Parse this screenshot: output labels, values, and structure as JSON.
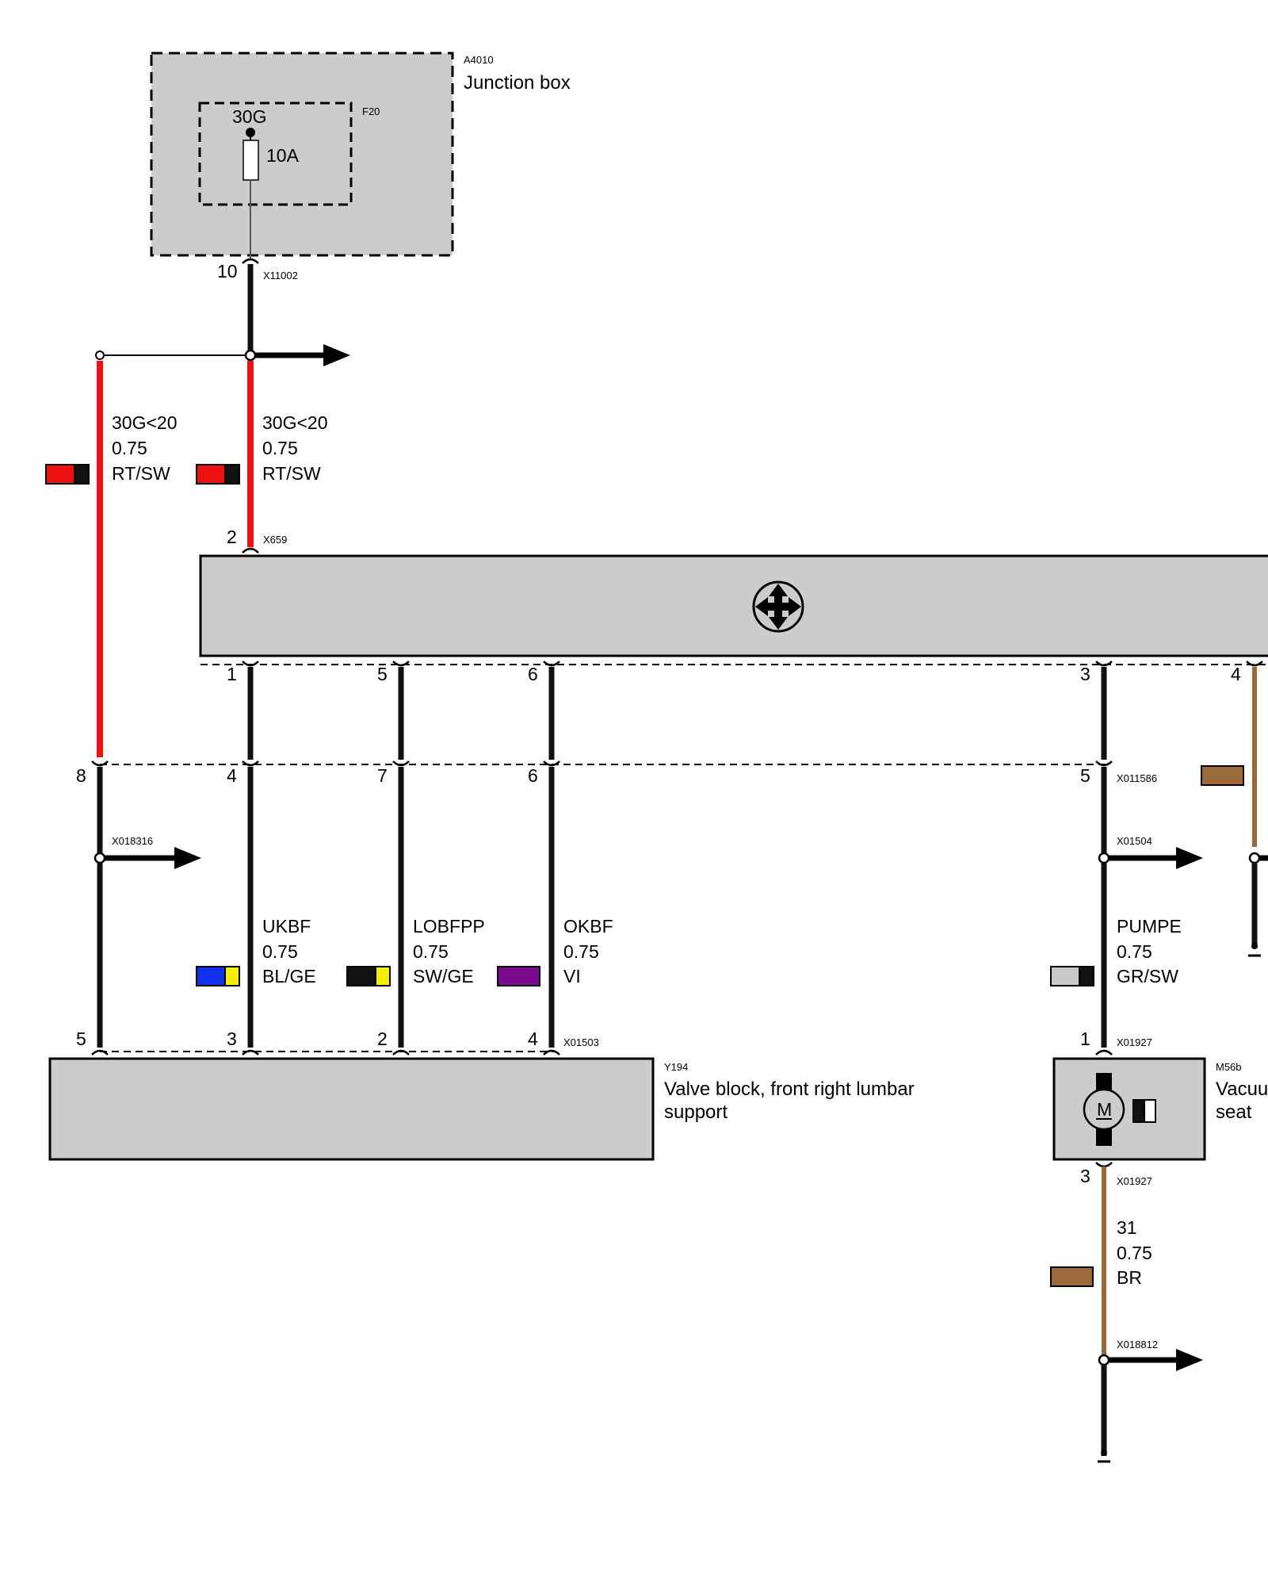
{
  "components": {
    "junction_box": {
      "id": "A4010",
      "name": "Junction box"
    },
    "fuse": {
      "id": "F20",
      "terminal": "30G",
      "rating": "10A"
    },
    "valve_block": {
      "id": "Y194",
      "name_line1": "Valve block, front right lumbar",
      "name_line2": "support"
    },
    "pump": {
      "id": "M56b",
      "name_line1": "Vacuu",
      "name_line2": "seat"
    }
  },
  "connectors": {
    "x11002": "X11002",
    "x659": "X659",
    "x018316": "X018316",
    "x011586": "X011586",
    "x01504": "X01504",
    "x01503": "X01503",
    "x01927_top": "X01927",
    "x01927_bottom": "X01927",
    "x018812": "X018812"
  },
  "pins": {
    "jb_out": "10",
    "ctrl_in": "2",
    "ctrl_1": "1",
    "ctrl_5": "5",
    "ctrl_6": "6",
    "ctrl_3": "3",
    "ctrl_4": "4",
    "sep_8": "8",
    "sep_4": "4",
    "sep_7": "7",
    "sep_6": "6",
    "sep_5": "5",
    "vb_5": "5",
    "vb_3": "3",
    "vb_2": "2",
    "vb_4": "4",
    "pump_1": "1",
    "pump_3": "3"
  },
  "wires": {
    "left_feed": {
      "signal": "30G<20",
      "gauge": "0.75",
      "color_code": "RT/SW",
      "colors": [
        "#ee1111",
        "#111111"
      ]
    },
    "main_feed": {
      "signal": "30G<20",
      "gauge": "0.75",
      "color_code": "RT/SW",
      "colors": [
        "#ee1111",
        "#111111"
      ]
    },
    "ukbf": {
      "signal": "UKBF",
      "gauge": "0.75",
      "color_code": "BL/GE",
      "colors": [
        "#1030ee",
        "#f5f000"
      ]
    },
    "lobfpp": {
      "signal": "LOBFPP",
      "gauge": "0.75",
      "color_code": "SW/GE",
      "colors": [
        "#111111",
        "#f5f000"
      ]
    },
    "okbf": {
      "signal": "OKBF",
      "gauge": "0.75",
      "color_code": "VI",
      "colors": [
        "#7a0a8c"
      ]
    },
    "pumpe": {
      "signal": "PUMPE",
      "gauge": "0.75",
      "color_code": "GR/SW",
      "colors": [
        "#c8c8c8",
        "#111111"
      ]
    },
    "ground": {
      "signal": "31",
      "gauge": "0.75",
      "color_code": "BR",
      "colors": [
        "#9a6a3a"
      ]
    }
  },
  "colors": {
    "component_fill": "#cccccc",
    "red_wire": "#ee1111",
    "brown_wire": "#9a6a3a",
    "black_wire": "#111111"
  },
  "icons": {
    "control_unit": "seat-adjust-arrows-icon",
    "pump": "motor-icon",
    "fuse": "fuse-icon"
  }
}
